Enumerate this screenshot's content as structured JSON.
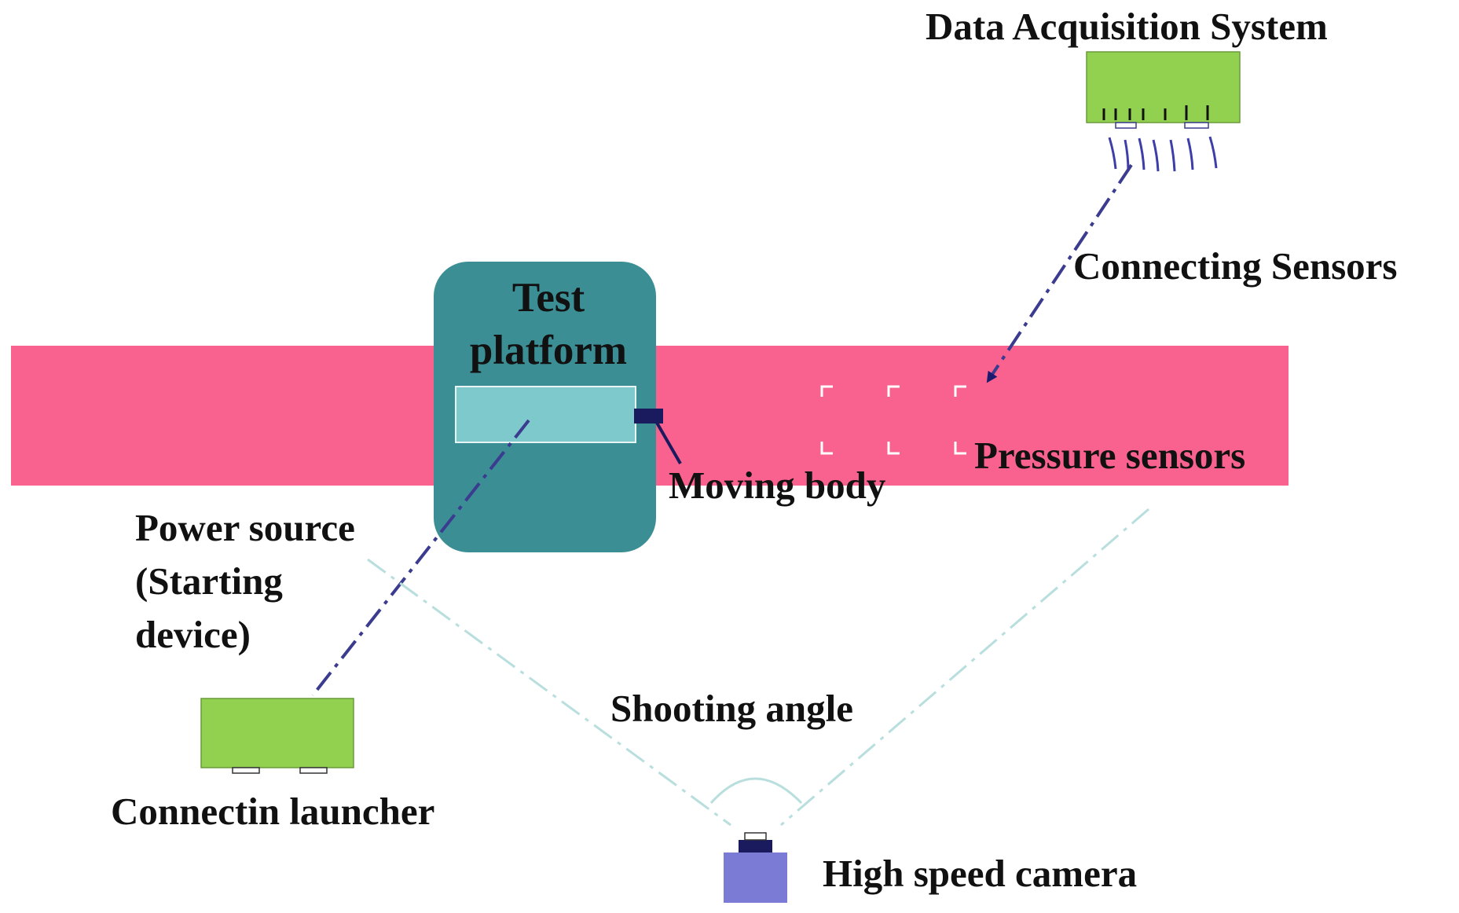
{
  "labels": {
    "data_acquisition": "Data Acquisition System",
    "connecting_sensors": "Connecting Sensors",
    "test_platform_line1": "Test",
    "test_platform_line2": "platform",
    "moving_body": "Moving body",
    "pressure_sensors": "Pressure sensors",
    "power_source_line1": "Power source",
    "power_source_line2": "(Starting",
    "power_source_line3": "device)",
    "shooting_angle": "Shooting angle",
    "launcher": "Connectin launcher",
    "camera": "High speed camera"
  },
  "colors": {
    "tube": "#f9628e",
    "platform": "#3c8e95",
    "platform_window": "#7dc9cc",
    "box_green": "#92d050",
    "camera_body": "#7b7bd6",
    "camera_top": "#1a1a5e",
    "dash_dark": "#3b3b8f",
    "dash_light": "#b9dede",
    "sensor_wire": "#3e3ea8"
  }
}
